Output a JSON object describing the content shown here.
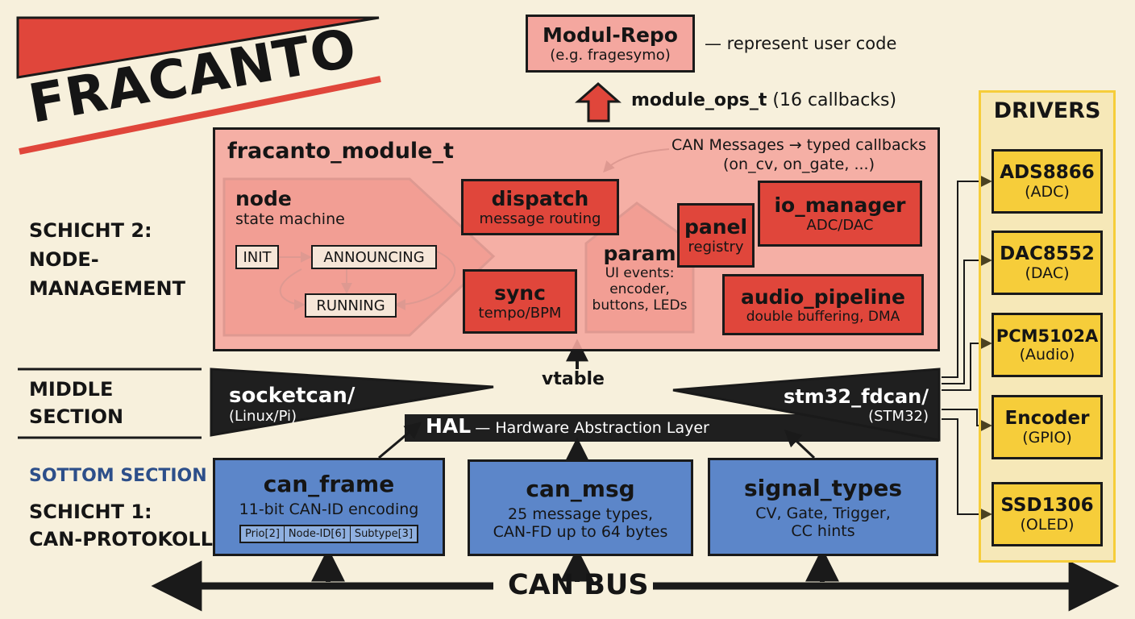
{
  "logo": {
    "text": "FRACANTO"
  },
  "repo": {
    "title": "Modul-Repo",
    "subtitle": "(e.g. fragesymo)",
    "note": "— represent user code"
  },
  "ops": {
    "label": "module_ops_t",
    "detail": "(16 callbacks)"
  },
  "module": {
    "title": "fracanto_module_t",
    "callout_line1": "CAN Messages → typed callbacks",
    "callout_line2": "(on_cv, on_gate, ...)",
    "node": {
      "title": "node",
      "subtitle": "state machine",
      "states": [
        "INIT",
        "ANNOUNCING",
        "RUNNING"
      ]
    },
    "dispatch": {
      "title": "dispatch",
      "subtitle": "message routing"
    },
    "sync": {
      "title": "sync",
      "subtitle": "tempo/BPM"
    },
    "param": {
      "title": "param",
      "line1": "UI events:",
      "line2": "encoder,",
      "line3": "buttons, LEDs"
    },
    "panel": {
      "title": "panel",
      "subtitle": "registry"
    },
    "io_manager": {
      "title": "io_manager",
      "subtitle": "ADC/DAC"
    },
    "audio_pipeline": {
      "title": "audio_pipeline",
      "subtitle": "double buffering, DMA"
    }
  },
  "layers": {
    "schicht2_line1": "SCHICHT 2:",
    "schicht2_line2": "NODE-",
    "schicht2_line3": "MANAGEMENT",
    "middle_line1": "MIDDLE",
    "middle_line2": "SECTION",
    "bottom": "SOTTOM SECTION",
    "schicht1_line1": "SCHICHT 1:",
    "schicht1_line2": "CAN-PROTOKOLL"
  },
  "hal": {
    "vtable": "vtable",
    "socketcan": "socketcan/",
    "socketcan_sub": "(Linux/Pi)",
    "label_bold": "HAL",
    "label_rest": "— Hardware Abstraction Layer",
    "stm32": "stm32_fdcan/",
    "stm32_sub": "(STM32)"
  },
  "protocol": {
    "can_frame": {
      "title": "can_frame",
      "subtitle": "11-bit CAN-ID encoding",
      "fields": [
        "Prio[2]",
        "Node-ID[6]",
        "Subtype[3]"
      ]
    },
    "can_msg": {
      "title": "can_msg",
      "line1": "25 message types,",
      "line2": "CAN-FD up to 64 bytes"
    },
    "signal_types": {
      "title": "signal_types",
      "line1": "CV, Gate, Trigger,",
      "line2": "CC hints"
    }
  },
  "bus": {
    "label": "CAN BUS"
  },
  "drivers": {
    "title": "DRIVERS",
    "items": [
      {
        "name": "ADS8866",
        "type": "(ADC)"
      },
      {
        "name": "DAC8552",
        "type": "(DAC)"
      },
      {
        "name": "PCM5102A",
        "type": "(Audio)"
      },
      {
        "name": "Encoder",
        "type": "(GPIO)"
      },
      {
        "name": "SSD1306",
        "type": "(OLED)"
      }
    ]
  },
  "colors": {
    "red": "#e0463b",
    "pink": "#f4a79f",
    "blue": "#5c86c9",
    "yellow": "#f6cd3a",
    "dark": "#1f1f1f",
    "background": "#f7f0dc"
  }
}
